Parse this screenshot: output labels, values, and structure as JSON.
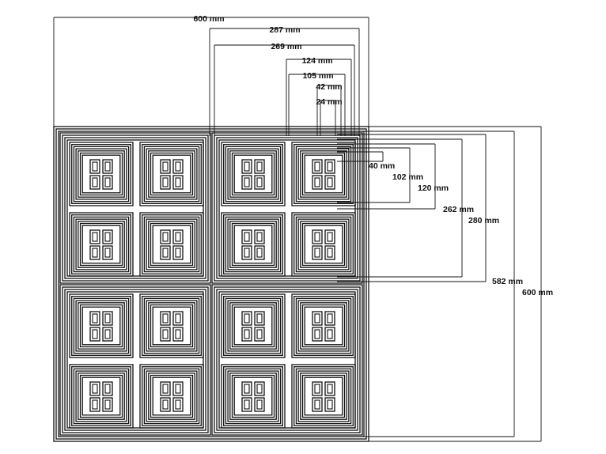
{
  "diagram": {
    "colors": {
      "ink": "#111111",
      "paper": "#ffffff",
      "guide": "#555555"
    },
    "dimensions": {
      "top": [
        {
          "label": "600 mm"
        },
        {
          "label": "287 mm"
        },
        {
          "label": "269 mm"
        },
        {
          "label": "124 mm"
        },
        {
          "label": "105 mm"
        },
        {
          "label": "42 mm"
        },
        {
          "label": "24 mm"
        }
      ],
      "right": [
        {
          "label": "40 mm"
        },
        {
          "label": "102 mm"
        },
        {
          "label": "120 mm"
        },
        {
          "label": "262 mm"
        },
        {
          "label": "280 mm"
        },
        {
          "label": "582 mm"
        },
        {
          "label": "600 mm"
        }
      ]
    }
  }
}
